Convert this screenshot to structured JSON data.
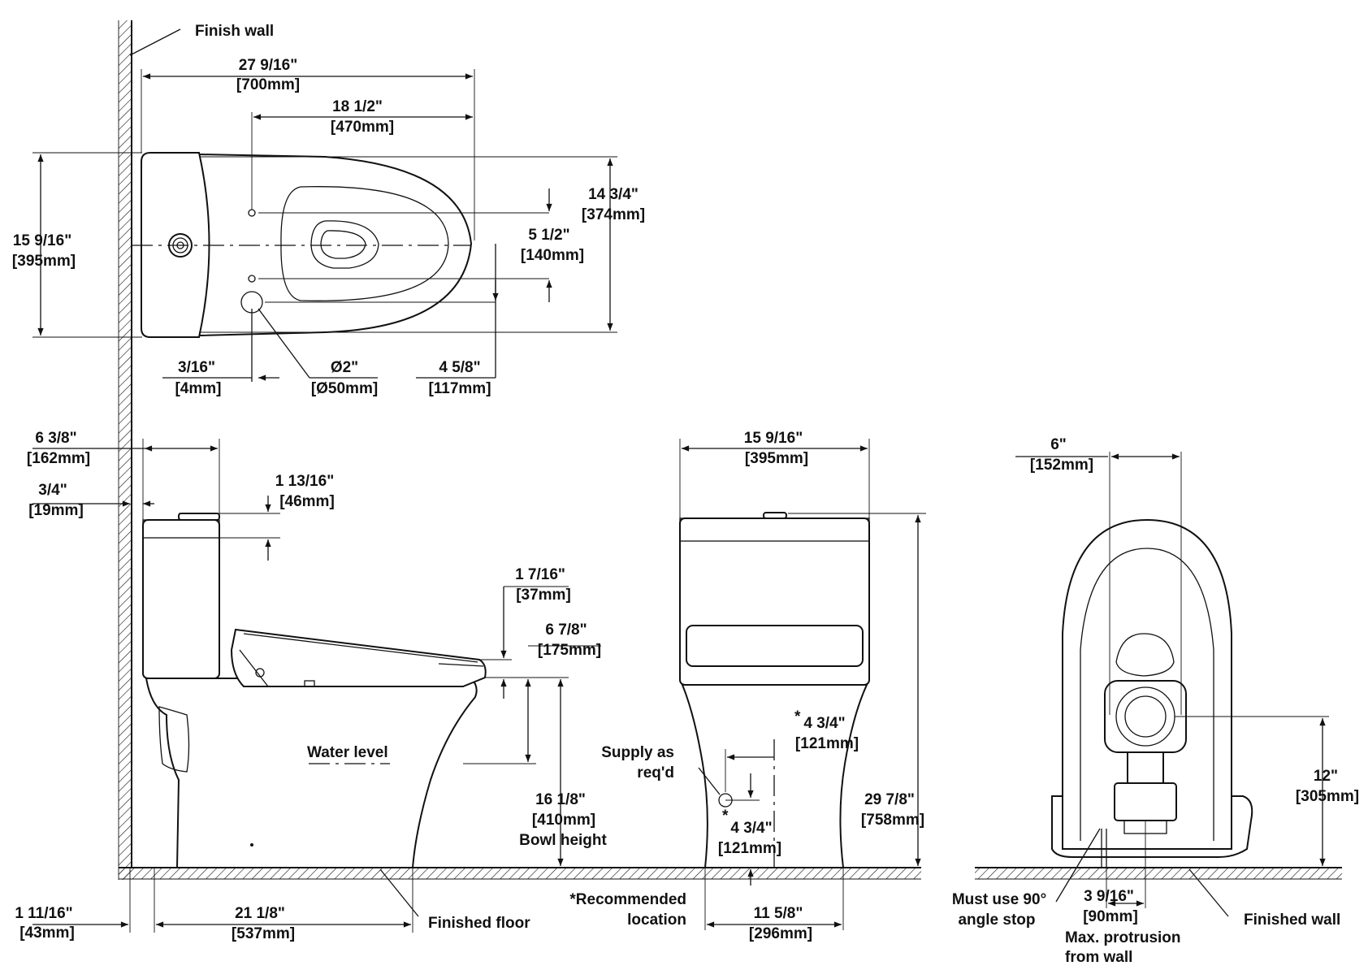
{
  "labels": {
    "finish_wall": "Finish wall",
    "water_level": "Water level",
    "supply_line1": "Supply as",
    "supply_line2": "req'd",
    "recommended_line1": "*Recommended",
    "recommended_line2": "location",
    "finished_floor": "Finished floor",
    "bowl_height": "Bowl height",
    "must_use_line1": "Must use 90°",
    "must_use_line2": "angle stop",
    "max_protrusion_line1": "Max. protrusion",
    "max_protrusion_line2": "from wall",
    "finished_wall": "Finished wall",
    "asterisk": "*"
  },
  "dimensions": {
    "overall_depth": {
      "imperial": "27 9/16\"",
      "metric": "[700mm]"
    },
    "seat_depth": {
      "imperial": "18 1/2\"",
      "metric": "[470mm]"
    },
    "seat_width": {
      "imperial": "14 3/4\"",
      "metric": "[374mm]"
    },
    "overall_width": {
      "imperial": "15 9/16\"",
      "metric": "[395mm]"
    },
    "hinge_spacing": {
      "imperial": "5 1/2\"",
      "metric": "[140mm]"
    },
    "wall_gap": {
      "imperial": "3/16\"",
      "metric": "[4mm]"
    },
    "drain_dia": {
      "imperial": "Ø2\"",
      "metric": "[Ø50mm]"
    },
    "drain_offset": {
      "imperial": "4 5/8\"",
      "metric": "[117mm]"
    },
    "tank_depth": {
      "imperial": "6 3/8\"",
      "metric": "[162mm]"
    },
    "tank_gap": {
      "imperial": "3/4\"",
      "metric": "[19mm]"
    },
    "tank_lid": {
      "imperial": "1 13/16\"",
      "metric": "[46mm]"
    },
    "seat_thickness": {
      "imperial": "1 7/16\"",
      "metric": "[37mm]"
    },
    "rim_to_water": {
      "imperial": "6 7/8\"",
      "metric": "[175mm]"
    },
    "bowl_height": {
      "imperial": "16 1/8\"",
      "metric": "[410mm]"
    },
    "base_setback": {
      "imperial": "1 11/16\"",
      "metric": "[43mm]"
    },
    "rough_in": {
      "imperial": "21 1/8\"",
      "metric": "[537mm]"
    },
    "front_width": {
      "imperial": "15 9/16\"",
      "metric": "[395mm]"
    },
    "supply_offset_h": {
      "imperial": "4 3/4\"",
      "metric": "[121mm]"
    },
    "supply_height": {
      "imperial": "4 3/4\"",
      "metric": "[121mm]"
    },
    "overall_height": {
      "imperial": "29 7/8\"",
      "metric": "[758mm]"
    },
    "base_width": {
      "imperial": "11 5/8\"",
      "metric": "[296mm]"
    },
    "rear_bolts": {
      "imperial": "6\"",
      "metric": "[152mm]"
    },
    "rear_outlet_height": {
      "imperial": "12\"",
      "metric": "[305mm]"
    },
    "max_protrusion": {
      "imperial": "3 9/16\"",
      "metric": "[90mm]"
    }
  }
}
